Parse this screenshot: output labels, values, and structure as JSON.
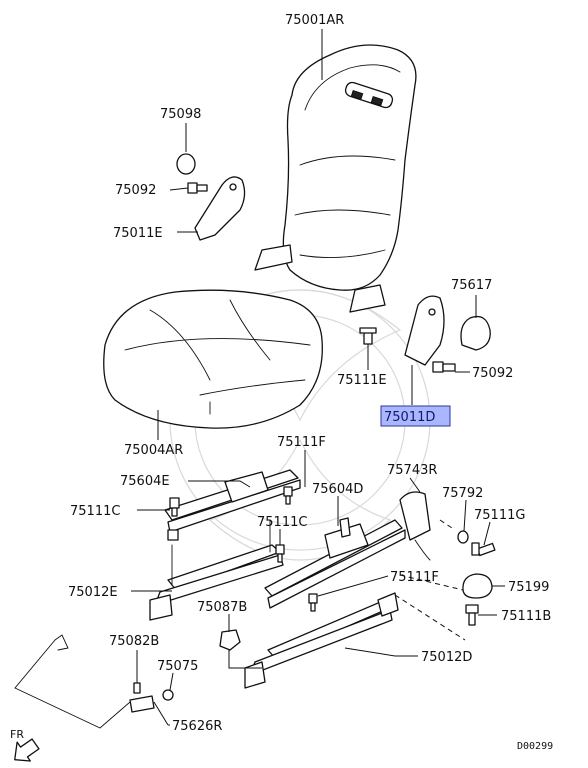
{
  "diagram": {
    "code": "D00299",
    "direction_label": "FR",
    "highlight_color": "#aab6ff",
    "parts": [
      {
        "id": "75001AR"
      },
      {
        "id": "75098"
      },
      {
        "id": "75092"
      },
      {
        "id": "75011E"
      },
      {
        "id": "75617"
      },
      {
        "id": "75092"
      },
      {
        "id": "75111E"
      },
      {
        "id": "75011D",
        "highlighted": true
      },
      {
        "id": "75004AR"
      },
      {
        "id": "75111F"
      },
      {
        "id": "75604E"
      },
      {
        "id": "75743R"
      },
      {
        "id": "75604D"
      },
      {
        "id": "75792"
      },
      {
        "id": "75111C"
      },
      {
        "id": "75111G"
      },
      {
        "id": "75111C"
      },
      {
        "id": "75012E"
      },
      {
        "id": "75111F"
      },
      {
        "id": "75199"
      },
      {
        "id": "75087B"
      },
      {
        "id": "75111B"
      },
      {
        "id": "75082B"
      },
      {
        "id": "75012D"
      },
      {
        "id": "75075"
      },
      {
        "id": "75626R"
      }
    ]
  }
}
